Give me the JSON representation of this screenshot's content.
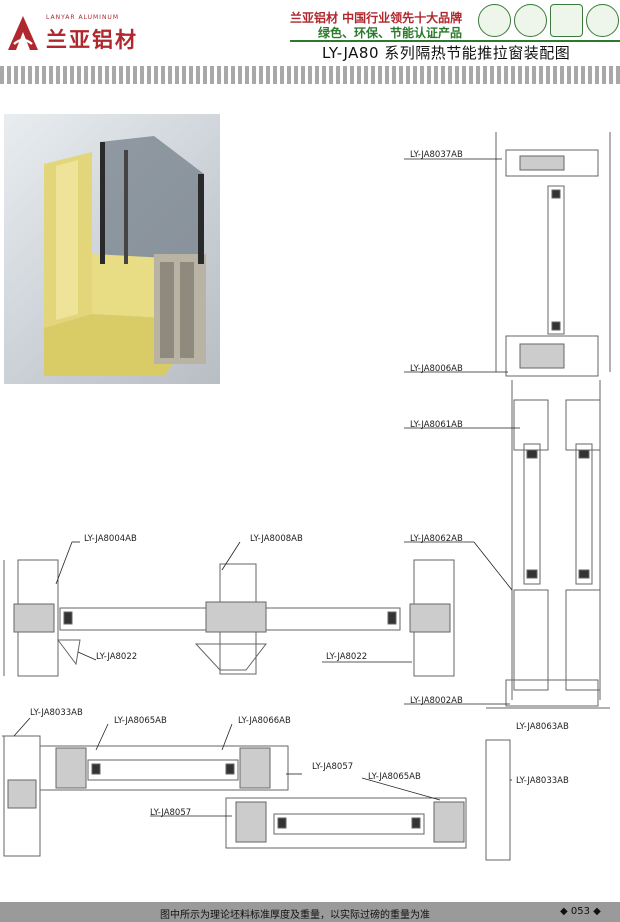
{
  "header": {
    "brand_en": "LANYAR ALUMINUM",
    "brand_cn": "兰亚铝材",
    "slogan_line1": "兰亚铝材 中国行业领先十大品牌",
    "slogan_line2": "绿色、环保、节能认证产品",
    "title": "LY-JA80 系列隔热节能推拉窗装配图"
  },
  "labels": {
    "a8037": "LY-JA8037AB",
    "a8006": "LY-JA8006AB",
    "a8061": "LY-JA8061AB",
    "a8062": "LY-JA8062AB",
    "a8002": "LY-JA8002AB",
    "a8063": "LY-JA8063AB",
    "a8004": "LY-JA8004AB",
    "a8008": "LY-JA8008AB",
    "a8022_left": "LY-JA8022",
    "a8022_right": "LY-JA8022",
    "a8033_left": "LY-JA8033AB",
    "a8065_top": "LY-JA8065AB",
    "a8066": "LY-JA8066AB",
    "a8057_right": "LY-JA8057",
    "a8065_bottom": "LY-JA8065AB",
    "a8033_right": "LY-JA8033AB",
    "a8057_left": "LY-JA8057"
  },
  "footer": {
    "note": "图中所示为理论坯料标准厚度及重量，以实际过磅的重量为准",
    "page": "◆ 053 ◆"
  },
  "colors": {
    "brand_red": "#b0272d",
    "brand_green": "#2d7a2e",
    "profile_gold": "#e3d67a"
  }
}
